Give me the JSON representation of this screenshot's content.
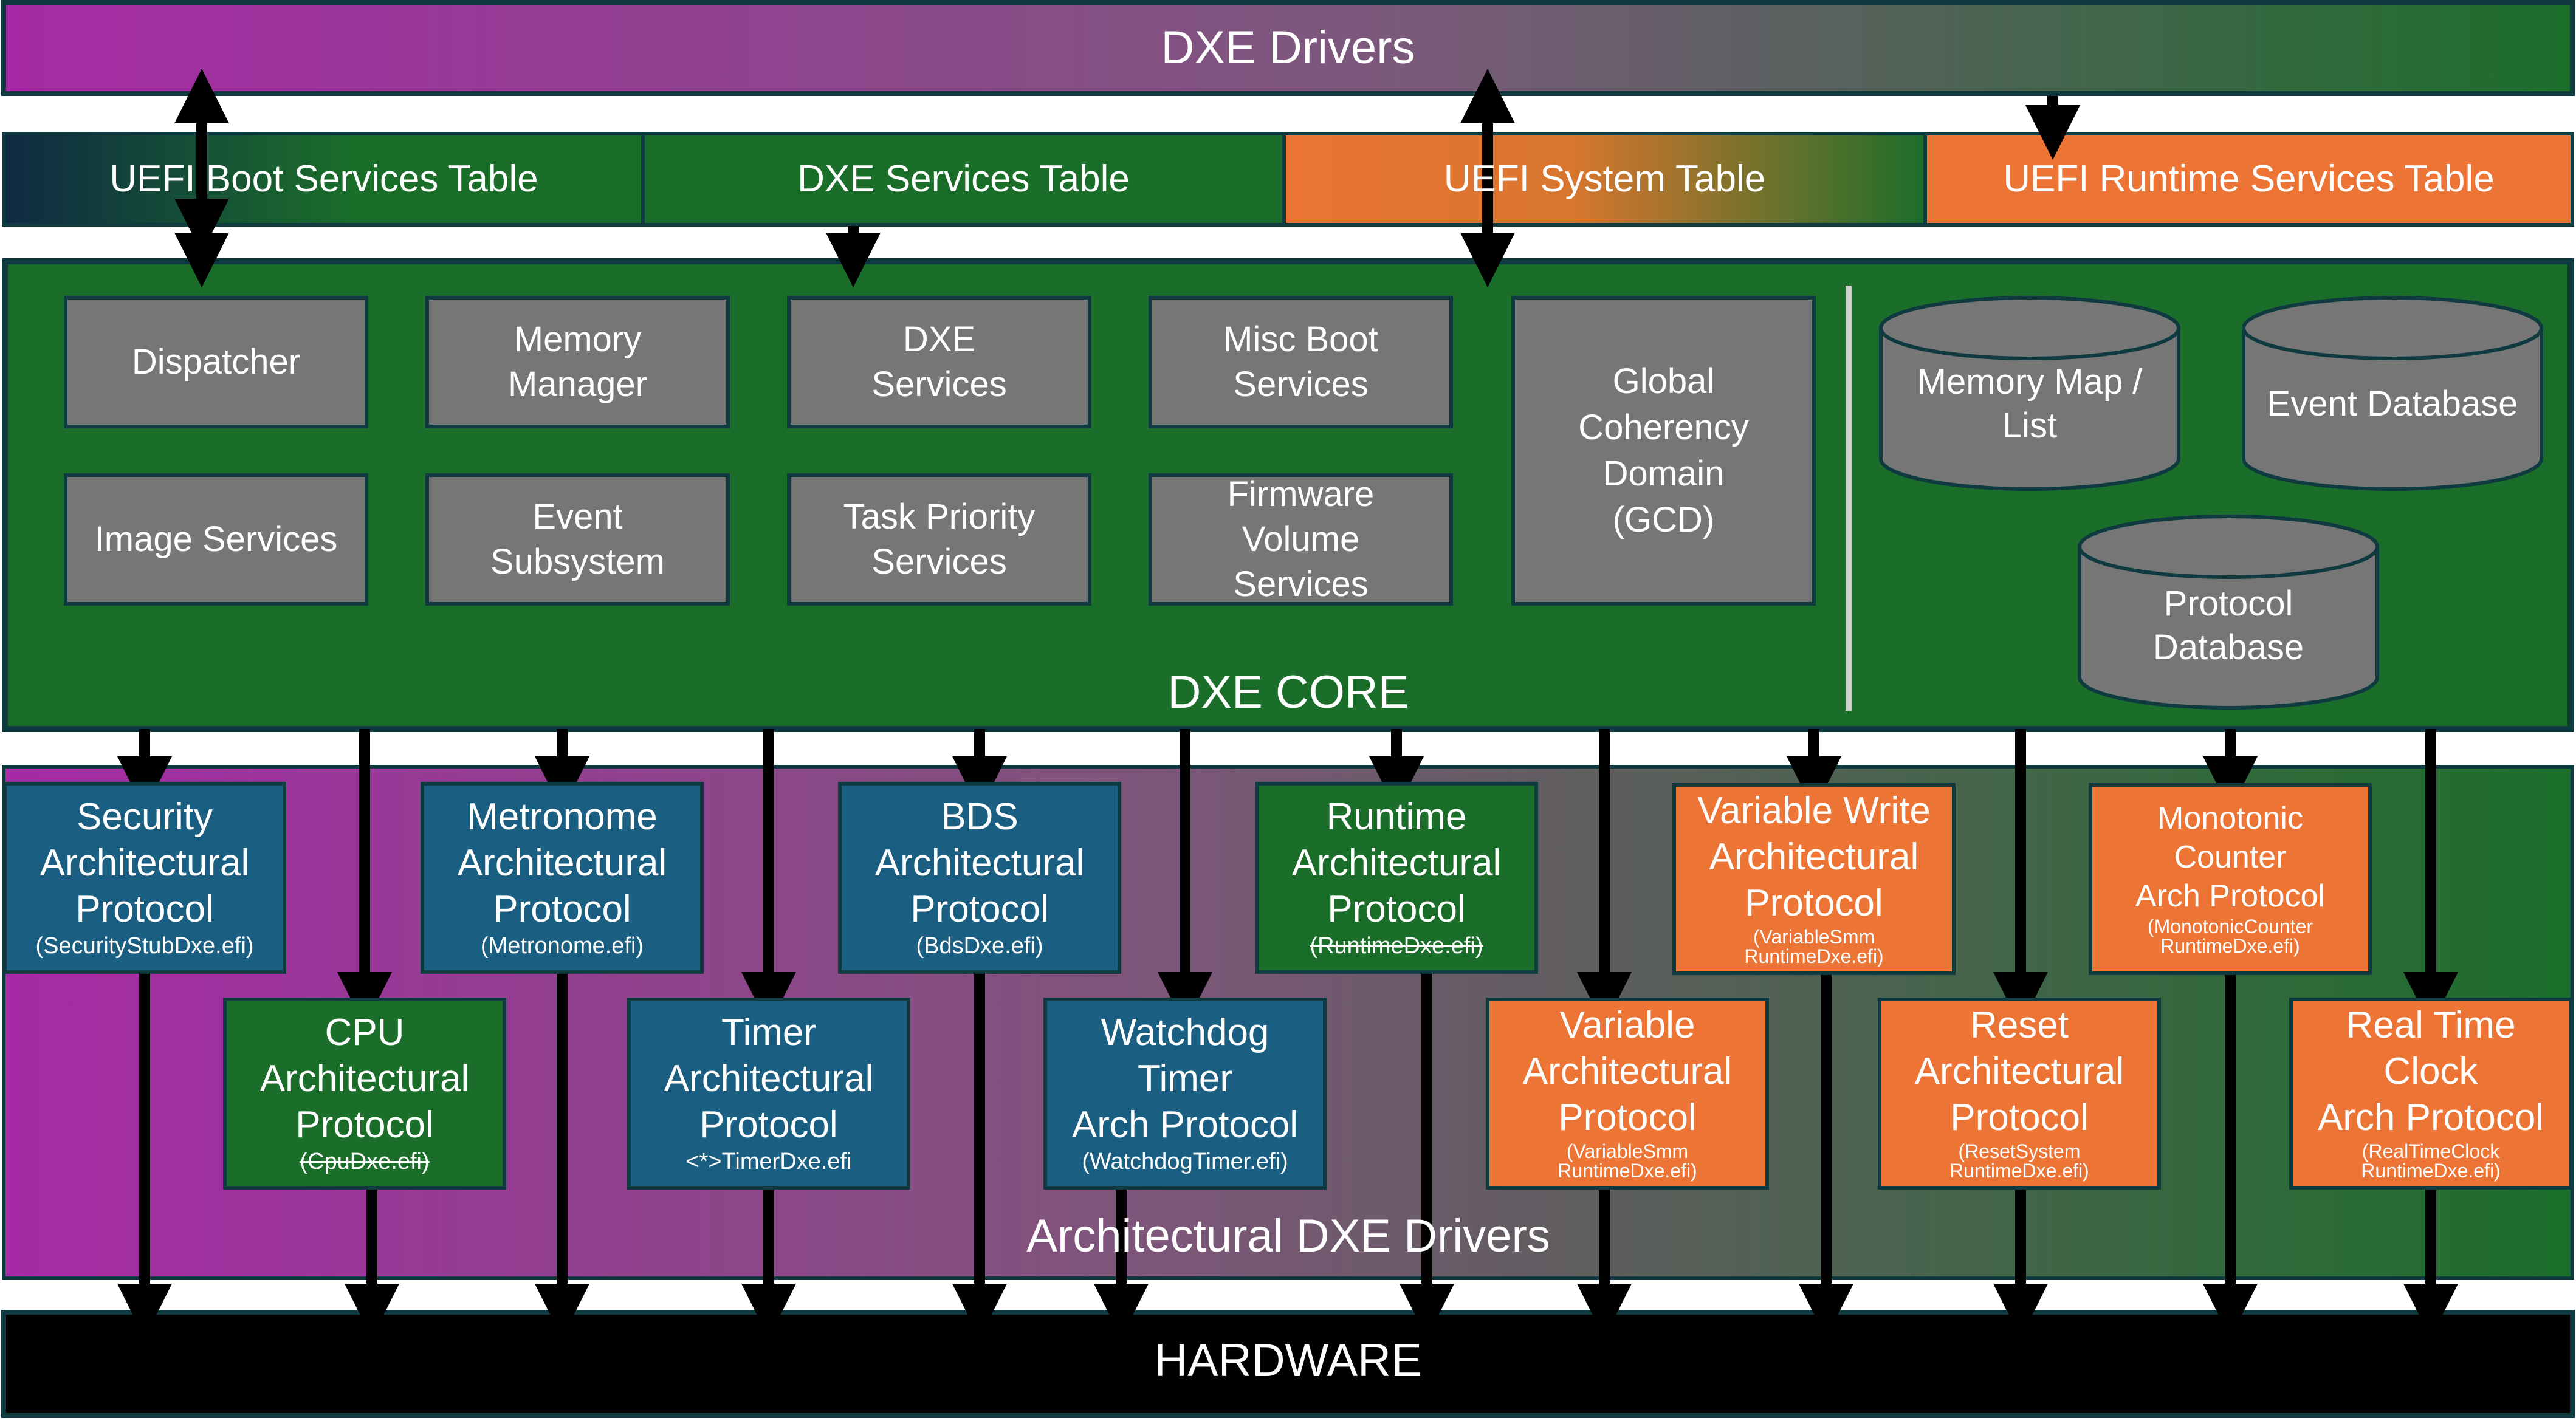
{
  "top_bar": {
    "title": "DXE Drivers"
  },
  "tables": [
    {
      "label": "UEFI Boot Services Table"
    },
    {
      "label": "DXE Services Table"
    },
    {
      "label": "UEFI System Table"
    },
    {
      "label": "UEFI Runtime Services Table"
    }
  ],
  "core": {
    "title": "DXE CORE",
    "services": [
      {
        "lines": [
          "Dispatcher"
        ]
      },
      {
        "lines": [
          "Memory",
          "Manager"
        ]
      },
      {
        "lines": [
          "DXE",
          "Services"
        ]
      },
      {
        "lines": [
          "Misc Boot",
          "Services"
        ]
      },
      {
        "lines": [
          "Image Services"
        ]
      },
      {
        "lines": [
          "Event",
          "Subsystem"
        ]
      },
      {
        "lines": [
          "Task Priority",
          "Services"
        ]
      },
      {
        "lines": [
          "Firmware",
          "Volume",
          "Services"
        ]
      },
      {
        "lines": [
          "Global",
          "Coherency",
          "Domain",
          "(GCD)"
        ]
      }
    ],
    "databases": [
      {
        "lines": [
          "Memory Map /",
          "List"
        ]
      },
      {
        "lines": [
          "Event Database"
        ]
      },
      {
        "lines": [
          "Protocol",
          "Database"
        ]
      }
    ]
  },
  "arch": {
    "title": "Architectural DXE Drivers",
    "protocols": [
      {
        "lines": [
          "Security",
          "Architectural",
          "Protocol"
        ],
        "file": [
          "(SecurityStubDxe.efi)"
        ],
        "color": "#1a5e82"
      },
      {
        "lines": [
          "Metronome",
          "Architectural",
          "Protocol"
        ],
        "file": [
          "(Metronome.efi)"
        ],
        "color": "#1a5e82"
      },
      {
        "lines": [
          "BDS",
          "Architectural",
          "Protocol"
        ],
        "file": [
          "(BdsDxe.efi)"
        ],
        "color": "#1a5e82"
      },
      {
        "lines": [
          "Runtime",
          "Architectural",
          "Protocol"
        ],
        "file": [
          "(RuntimeDxe.efi)"
        ],
        "color": "#1b6e2a",
        "struck": true
      },
      {
        "lines": [
          "Variable Write",
          "Architectural",
          "Protocol"
        ],
        "file": [
          "(VariableSmm",
          "RuntimeDxe.efi)"
        ],
        "color": "#ec7434"
      },
      {
        "lines": [
          "Monotonic",
          "Counter",
          "Arch Protocol"
        ],
        "file": [
          "(MonotonicCounter",
          "RuntimeDxe.efi)"
        ],
        "color": "#ec7434"
      },
      {
        "lines": [
          "CPU",
          "Architectural",
          "Protocol"
        ],
        "file": [
          "(CpuDxe.efi)"
        ],
        "color": "#1b6e2a",
        "struck": true
      },
      {
        "lines": [
          "Timer",
          "Architectural",
          "Protocol"
        ],
        "file": [
          "<*>TimerDxe.efi"
        ],
        "color": "#1a5e82"
      },
      {
        "lines": [
          "Watchdog",
          "Timer",
          "Arch Protocol"
        ],
        "file": [
          "(WatchdogTimer.efi)"
        ],
        "color": "#1a5e82"
      },
      {
        "lines": [
          "Variable",
          "Architectural",
          "Protocol"
        ],
        "file": [
          "(VariableSmm",
          "RuntimeDxe.efi)"
        ],
        "color": "#ec7434"
      },
      {
        "lines": [
          "Reset",
          "Architectural",
          "Protocol"
        ],
        "file": [
          "(ResetSystem",
          "RuntimeDxe.efi)"
        ],
        "color": "#ec7434"
      },
      {
        "lines": [
          "Real Time",
          "Clock",
          "Arch Protocol"
        ],
        "file": [
          "(RealTimeClock",
          "RuntimeDxe.efi)"
        ],
        "color": "#ec7434"
      }
    ]
  },
  "hardware": {
    "title": "HARDWARE"
  },
  "colors": {
    "magenta": "#a62aa6",
    "green": "#1b6e2a",
    "navy": "#0f2a44",
    "orange": "#ec7434",
    "blue": "#1a5e82",
    "grey_box": "#767676",
    "border_dark": "#0e3a40",
    "black": "#000000"
  }
}
